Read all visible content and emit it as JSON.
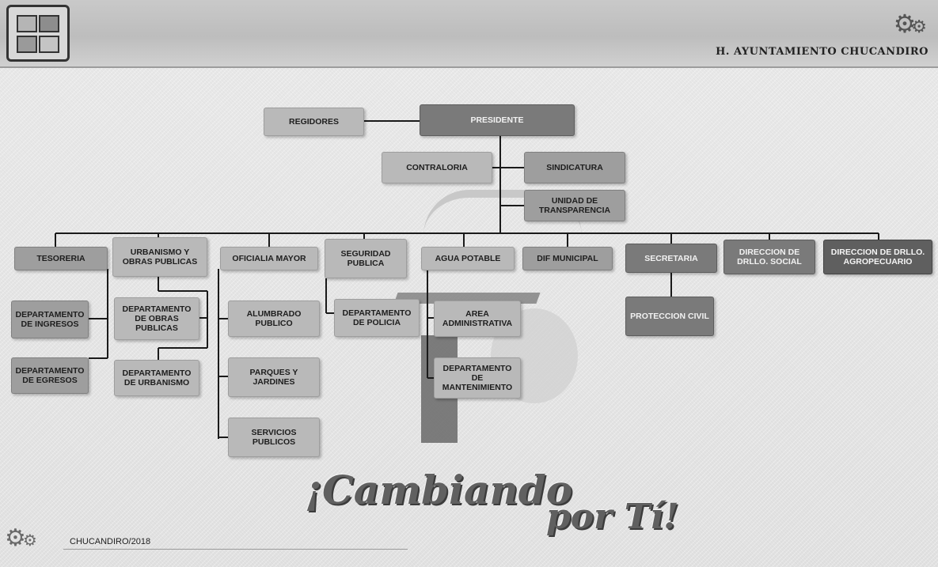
{
  "header": {
    "title": "H. AYUNTAMIENTO CHUCANDIRO"
  },
  "org": {
    "presidente": "PRESIDENTE",
    "regidores": "REGIDORES",
    "contraloria": "CONTRALORIA",
    "sindicatura": "SINDICATURA",
    "transparencia": "UNIDAD DE TRANSPARENCIA",
    "tesoreria": "TESORERIA",
    "urbanismo": "URBANISMO Y OBRAS PUBLICAS",
    "oficialia": "OFICIALIA MAYOR",
    "seguridad": "SEGURIDAD PUBLICA",
    "agua": "AGUA POTABLE",
    "dif": "DIF MUNICIPAL",
    "secretaria": "SECRETARIA",
    "desarrollo_social": "DIRECCION DE DRLLO. SOCIAL",
    "desarrollo_agro": "DIRECCION DE DRLLO. AGROPECUARIO",
    "dep_ingresos": "DEPARTAMENTO DE INGRESOS",
    "dep_egresos": "DEPARTAMENTO DE EGRESOS",
    "dep_obras": "DEPARTAMENTO DE OBRAS PUBLICAS",
    "dep_urbanismo": "DEPARTAMENTO DE URBANISMO",
    "alumbrado": "ALUMBRADO PUBLICO",
    "parques": "PARQUES Y JARDINES",
    "servicios": "SERVICIOS PUBLICOS",
    "policia": "DEPARTAMENTO DE POLICIA",
    "area_admin": "AREA ADMINISTRATIVA",
    "mantenimiento": "DEPARTAMENTO DE MANTENIMIENTO",
    "proteccion": "PROTECCION CIVIL"
  },
  "slogan": {
    "line1": "¡Cambiando",
    "line2": "por Tí!"
  },
  "footer": {
    "text": "CHUCANDIRO/2018"
  },
  "icons": {
    "header": "gears-icon",
    "footer": "gears-icon",
    "logo": "municipal-coat-of-arms"
  },
  "colors": {
    "light": "#b9b9b9",
    "medium": "#9e9e9e",
    "dark": "#7a7a7a",
    "darker": "#5f5f5f"
  }
}
